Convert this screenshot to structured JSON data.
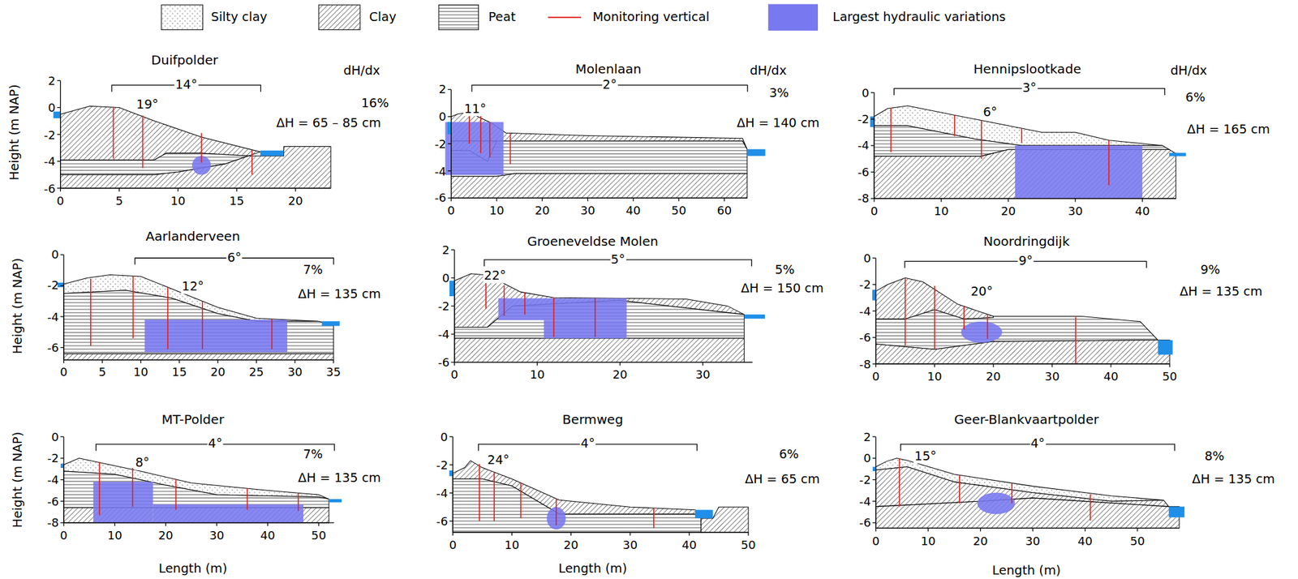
{
  "diagram": {
    "labels": [
      "Duifpolder",
      "14°",
      "19°",
      "dH/dx",
      "16%",
      "ΔH = 65 – 85 cm",
      "2",
      "0",
      "-2",
      "-4",
      "-6",
      "0",
      "5",
      "10",
      "15",
      "20",
      "Height (m NAP)",
      "Molenlaan",
      "2°",
      "11°",
      "dH/dx",
      "3%",
      "ΔH = 140 cm",
      "2",
      "0",
      "-2",
      "-4",
      "-6",
      "0",
      "10",
      "20",
      "30",
      "40",
      "50",
      "60",
      "Hennipslootkade",
      "3°",
      "6°",
      "dH/dx",
      "6%",
      "ΔH = 165 cm",
      "0",
      "-2",
      "-4",
      "-6",
      "-8",
      "0",
      "10",
      "20",
      "30",
      "40",
      "Aarlanderveen",
      "6°",
      "12°",
      "7%",
      "ΔH = 135 cm",
      "0",
      "-2",
      "-4",
      "-6",
      "0",
      "5",
      "10",
      "15",
      "20",
      "25",
      "30",
      "35",
      "Height (m NAP)",
      "Groeneveldse Molen",
      "5°",
      "22°",
      "5%",
      "ΔH = 150 cm",
      "2",
      "0",
      "-2",
      "-4",
      "-6",
      "0",
      "10",
      "20",
      "30",
      "Noordringdijk",
      "9°",
      "20°",
      "9%",
      "ΔH = 135 cm",
      "0",
      "-2",
      "-4",
      "-6",
      "-8",
      "0",
      "10",
      "20",
      "30",
      "40",
      "50",
      "MT-Polder",
      "4°",
      "8°",
      "7%",
      "ΔH = 135 cm",
      "0",
      "-2",
      "-4",
      "-6",
      "-8",
      "0",
      "10",
      "20",
      "30",
      "40",
      "50",
      "Height (m NAP)",
      "Length (m)",
      "Bermweg",
      "4°",
      "24°",
      "6%",
      "ΔH = 65 cm",
      "0",
      "-2",
      "-4",
      "-6",
      "0",
      "10",
      "20",
      "30",
      "40",
      "50",
      "Length (m)",
      "Geer-Blankvaartpolder",
      "4°",
      "15°",
      "8%",
      "ΔH = 135 cm",
      "2",
      "0",
      "-2",
      "-4",
      "-6",
      "0",
      "10",
      "20",
      "30",
      "40",
      "50",
      "Length (m)"
    ],
    "legend": [
      {
        "text": "Silty clay"
      },
      {
        "text": "Clay"
      },
      {
        "text": "Peat"
      },
      {
        "text": "Monitoring vertical"
      },
      {
        "text": "Largest hydraulic variations",
        "color": "#7878f0"
      }
    ]
  }
}
